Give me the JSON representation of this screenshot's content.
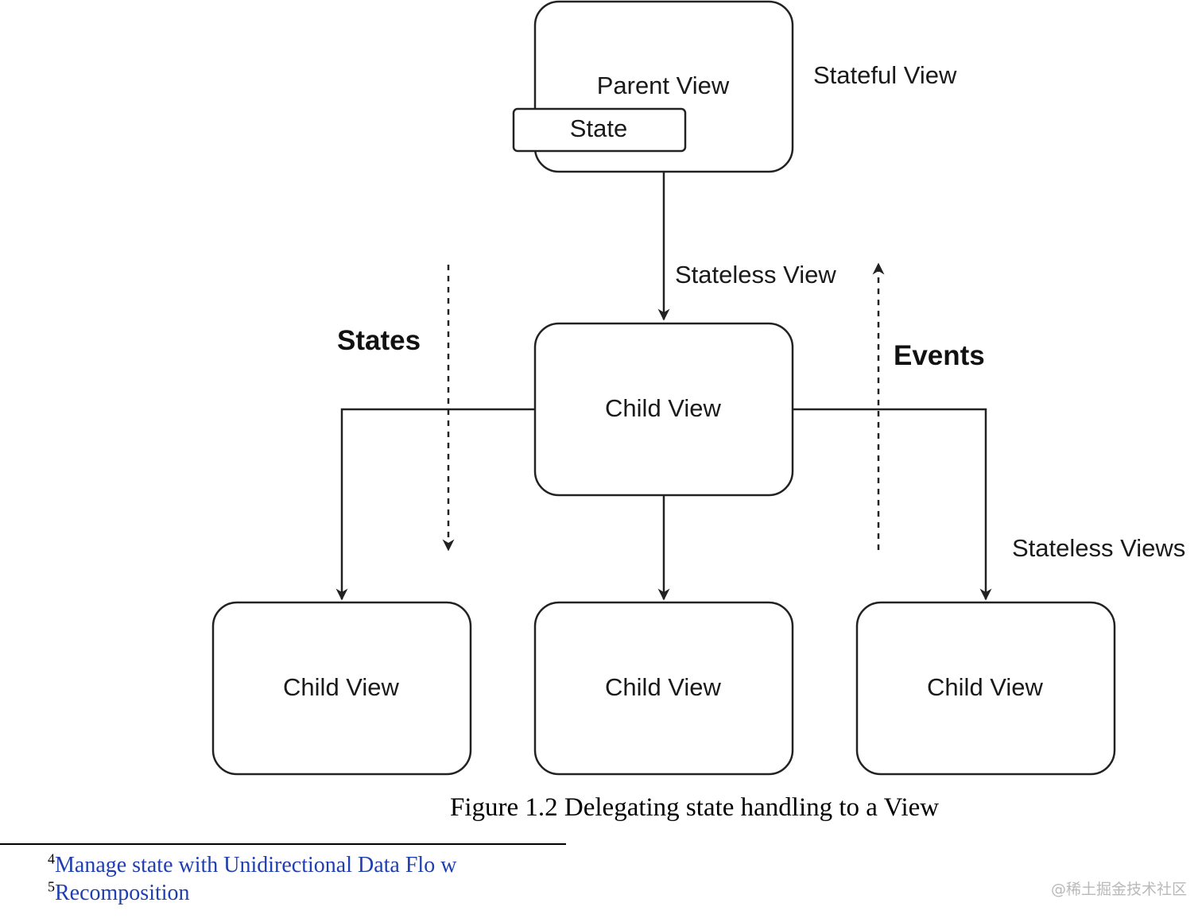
{
  "diagram": {
    "parent": {
      "label": "Parent View",
      "state_label": "State"
    },
    "stateful_label": "Stateful View",
    "stateless_label": "Stateless View",
    "states_label": "States",
    "events_label": "Events",
    "child_middle": {
      "label": "Child View"
    },
    "children": [
      {
        "label": "Child View"
      },
      {
        "label": "Child View"
      },
      {
        "label": "Child View"
      }
    ],
    "stateless_views_label": "Stateless Views"
  },
  "caption": "Figure 1.2 Delegating state handling to a View",
  "footnotes": [
    {
      "number": "4",
      "text": "Manage state with Unidirectional Data Flo w"
    },
    {
      "number": "5",
      "text": "Recomposition"
    }
  ],
  "watermark": "@稀土掘金技术社区",
  "colors": {
    "stroke": "#222222",
    "link": "#1f3fb0",
    "watermark": "#b9b9b9"
  }
}
